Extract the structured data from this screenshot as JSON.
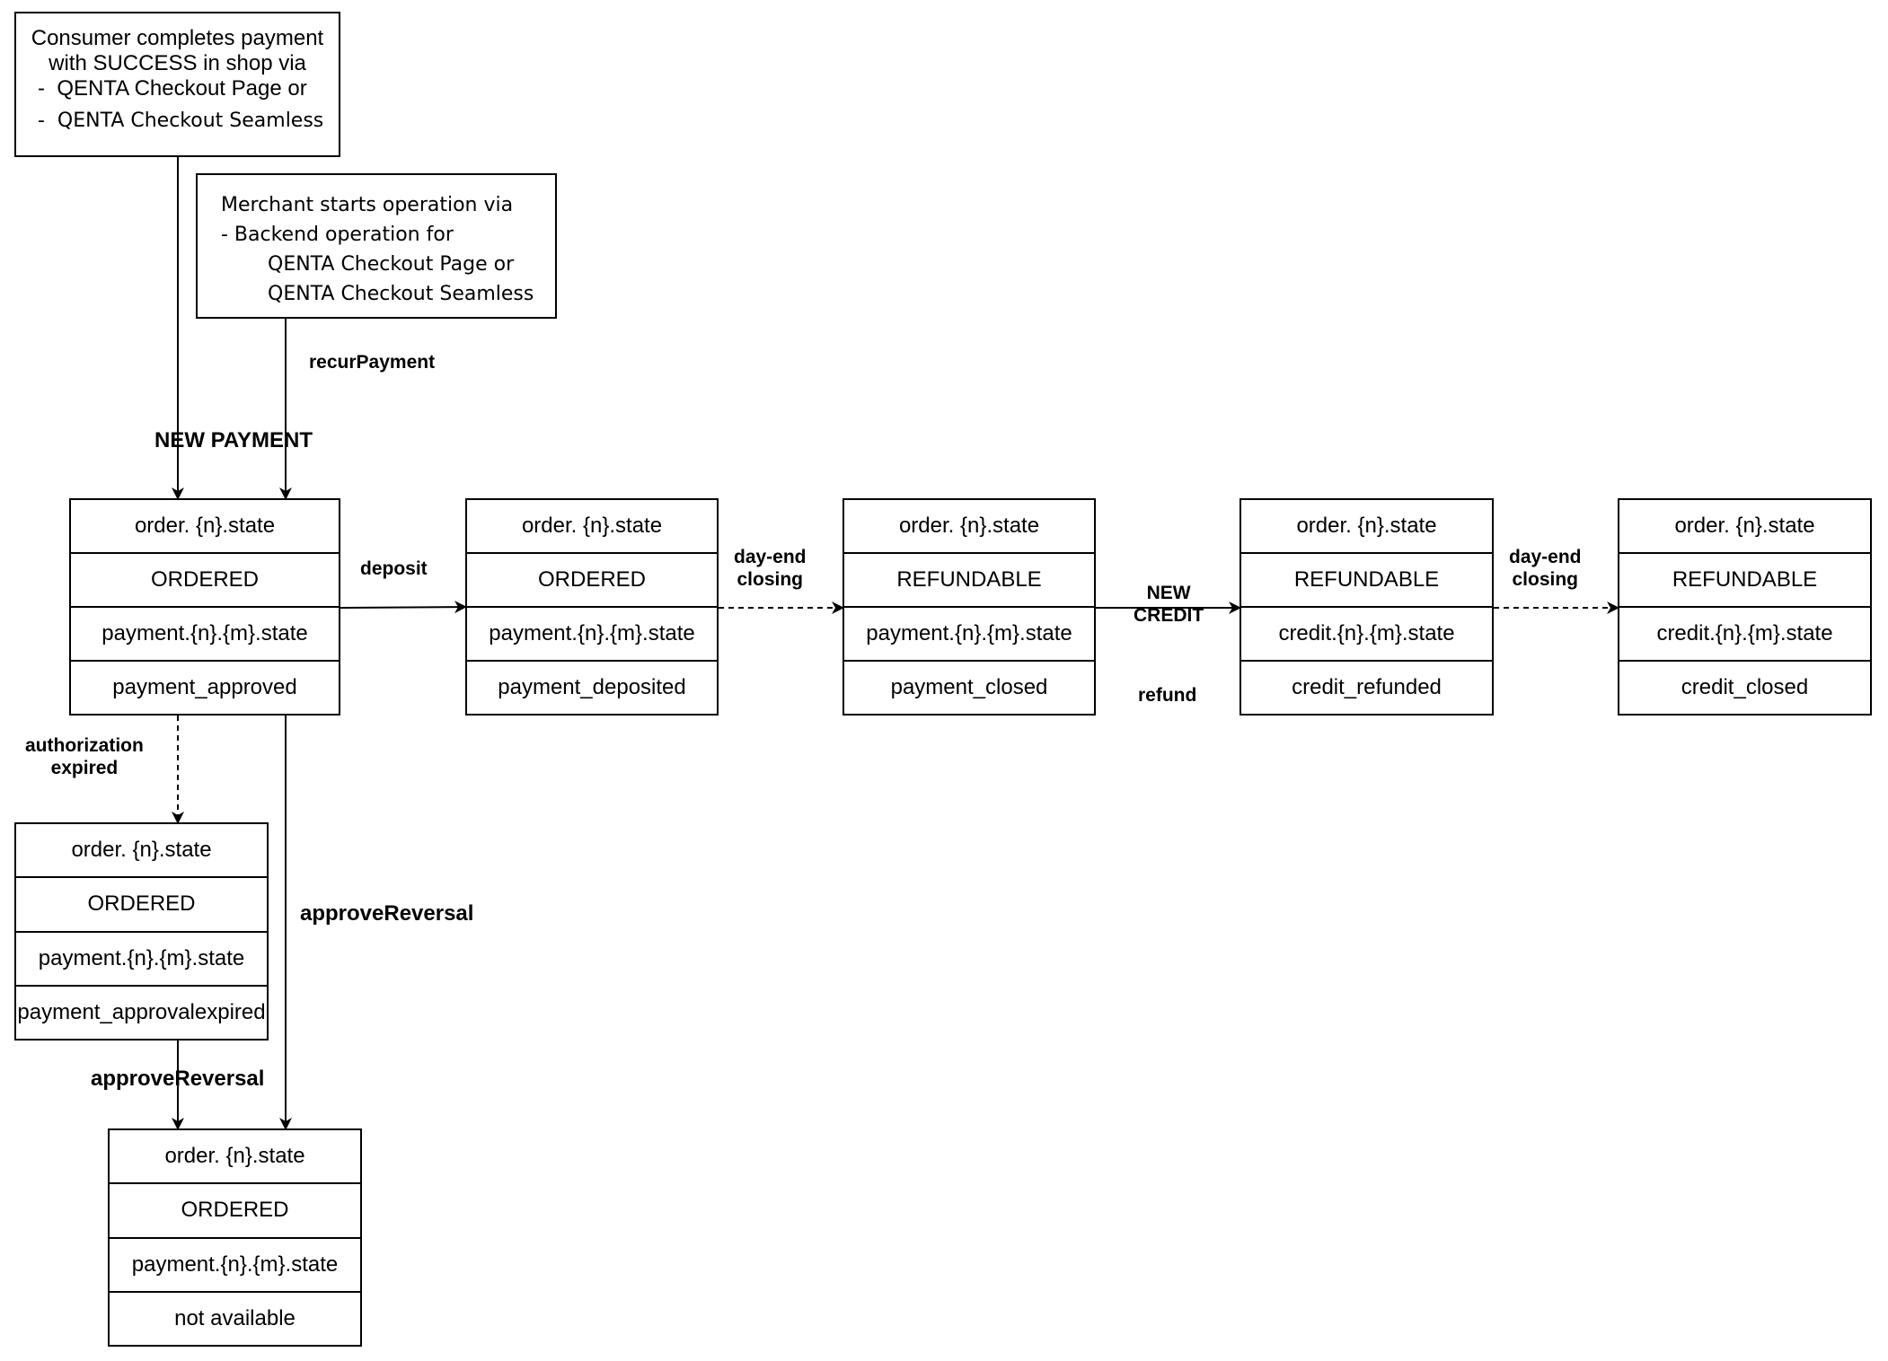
{
  "notes": {
    "consumer": {
      "line1": "Consumer completes payment",
      "line2": "with SUCCESS in shop via",
      "line3": "-  QENTA Checkout Page or",
      "line4": "-  QENTA Checkout Seamless"
    },
    "merchant": {
      "line1": "Merchant starts operation via",
      "line2": "- Backend operation for",
      "line3": "QENTA Checkout Page or",
      "line4": "QENTA Checkout Seamless"
    }
  },
  "states": {
    "approved": {
      "order_key": "order. {n}.state",
      "order_value": "ORDERED",
      "item_key": "payment.{n}.{m}.state",
      "item_value": "payment_approved"
    },
    "deposited": {
      "order_key": "order. {n}.state",
      "order_value": "ORDERED",
      "item_key": "payment.{n}.{m}.state",
      "item_value": "payment_deposited"
    },
    "closed": {
      "order_key": "order. {n}.state",
      "order_value": "REFUNDABLE",
      "item_key": "payment.{n}.{m}.state",
      "item_value": "payment_closed"
    },
    "refunded": {
      "order_key": "order. {n}.state",
      "order_value": "REFUNDABLE",
      "item_key": "credit.{n}.{m}.state",
      "item_value": "credit_refunded"
    },
    "credit_closed": {
      "order_key": "order. {n}.state",
      "order_value": "REFUNDABLE",
      "item_key": "credit.{n}.{m}.state",
      "item_value": "credit_closed"
    },
    "expired": {
      "order_key": "order. {n}.state",
      "order_value": "ORDERED",
      "item_key": "payment.{n}.{m}.state",
      "item_value": "payment_approvalexpired"
    },
    "not_available": {
      "order_key": "order. {n}.state",
      "order_value": "ORDERED",
      "item_key": "payment.{n}.{m}.state",
      "item_value": "not available"
    }
  },
  "labels": {
    "recur_payment": "recurPayment",
    "new_payment": "NEW PAYMENT",
    "deposit": "deposit",
    "day_end_closing_1": "day-end\nclosing",
    "new_credit": "NEW\nCREDIT",
    "refund": "refund",
    "day_end_closing_2": "day-end\nclosing",
    "authorization_expired": "authorization\nexpired",
    "approve_reversal_right": "approveReversal",
    "approve_reversal_left": "approveReversal"
  }
}
